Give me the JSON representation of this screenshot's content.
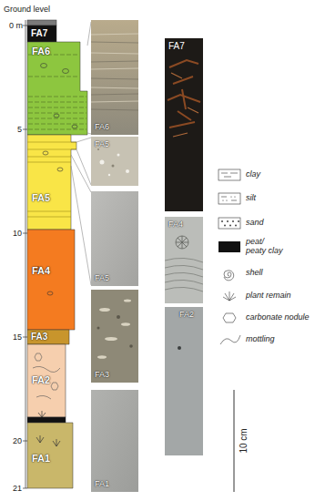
{
  "diagram": {
    "nodes": [
      {
        "text": [
          "FA7"
        ]
      },
      {
        "text": [
          "FA6"
        ]
      },
      {
        "text": [
          "FA5"
        ]
      },
      {
        "text": [
          "FA4"
        ]
      },
      {
        "text": [
          "FA3"
        ]
      },
      {
        "text": [
          "FA2"
        ]
      },
      {
        "text": [
          "FA1"
        ]
      },
      {
        "text": [
          "FA6"
        ]
      },
      {
        "text": [
          "FA5"
        ]
      },
      {
        "text": [
          "FA5"
        ]
      },
      {
        "text": [
          "FA3"
        ]
      },
      {
        "text": [
          "FA1"
        ]
      },
      {
        "text": [
          "FA7"
        ]
      },
      {
        "text": [
          "FA4"
        ]
      },
      {
        "text": [
          "FA2"
        ]
      }
    ],
    "labels": [
      "Ground level",
      "0 m",
      "5",
      "10",
      "15",
      "20",
      "21",
      "10 cm"
    ],
    "legend": [
      {
        "text": "clay"
      },
      {
        "text": "silt"
      },
      {
        "text": "sand"
      },
      {
        "text": "peat/ peaty clay",
        "color": "#111111"
      },
      {
        "text": "shell"
      },
      {
        "text": "plant remain"
      },
      {
        "text": "carbonate nodule"
      },
      {
        "text": "mottling"
      }
    ]
  }
}
